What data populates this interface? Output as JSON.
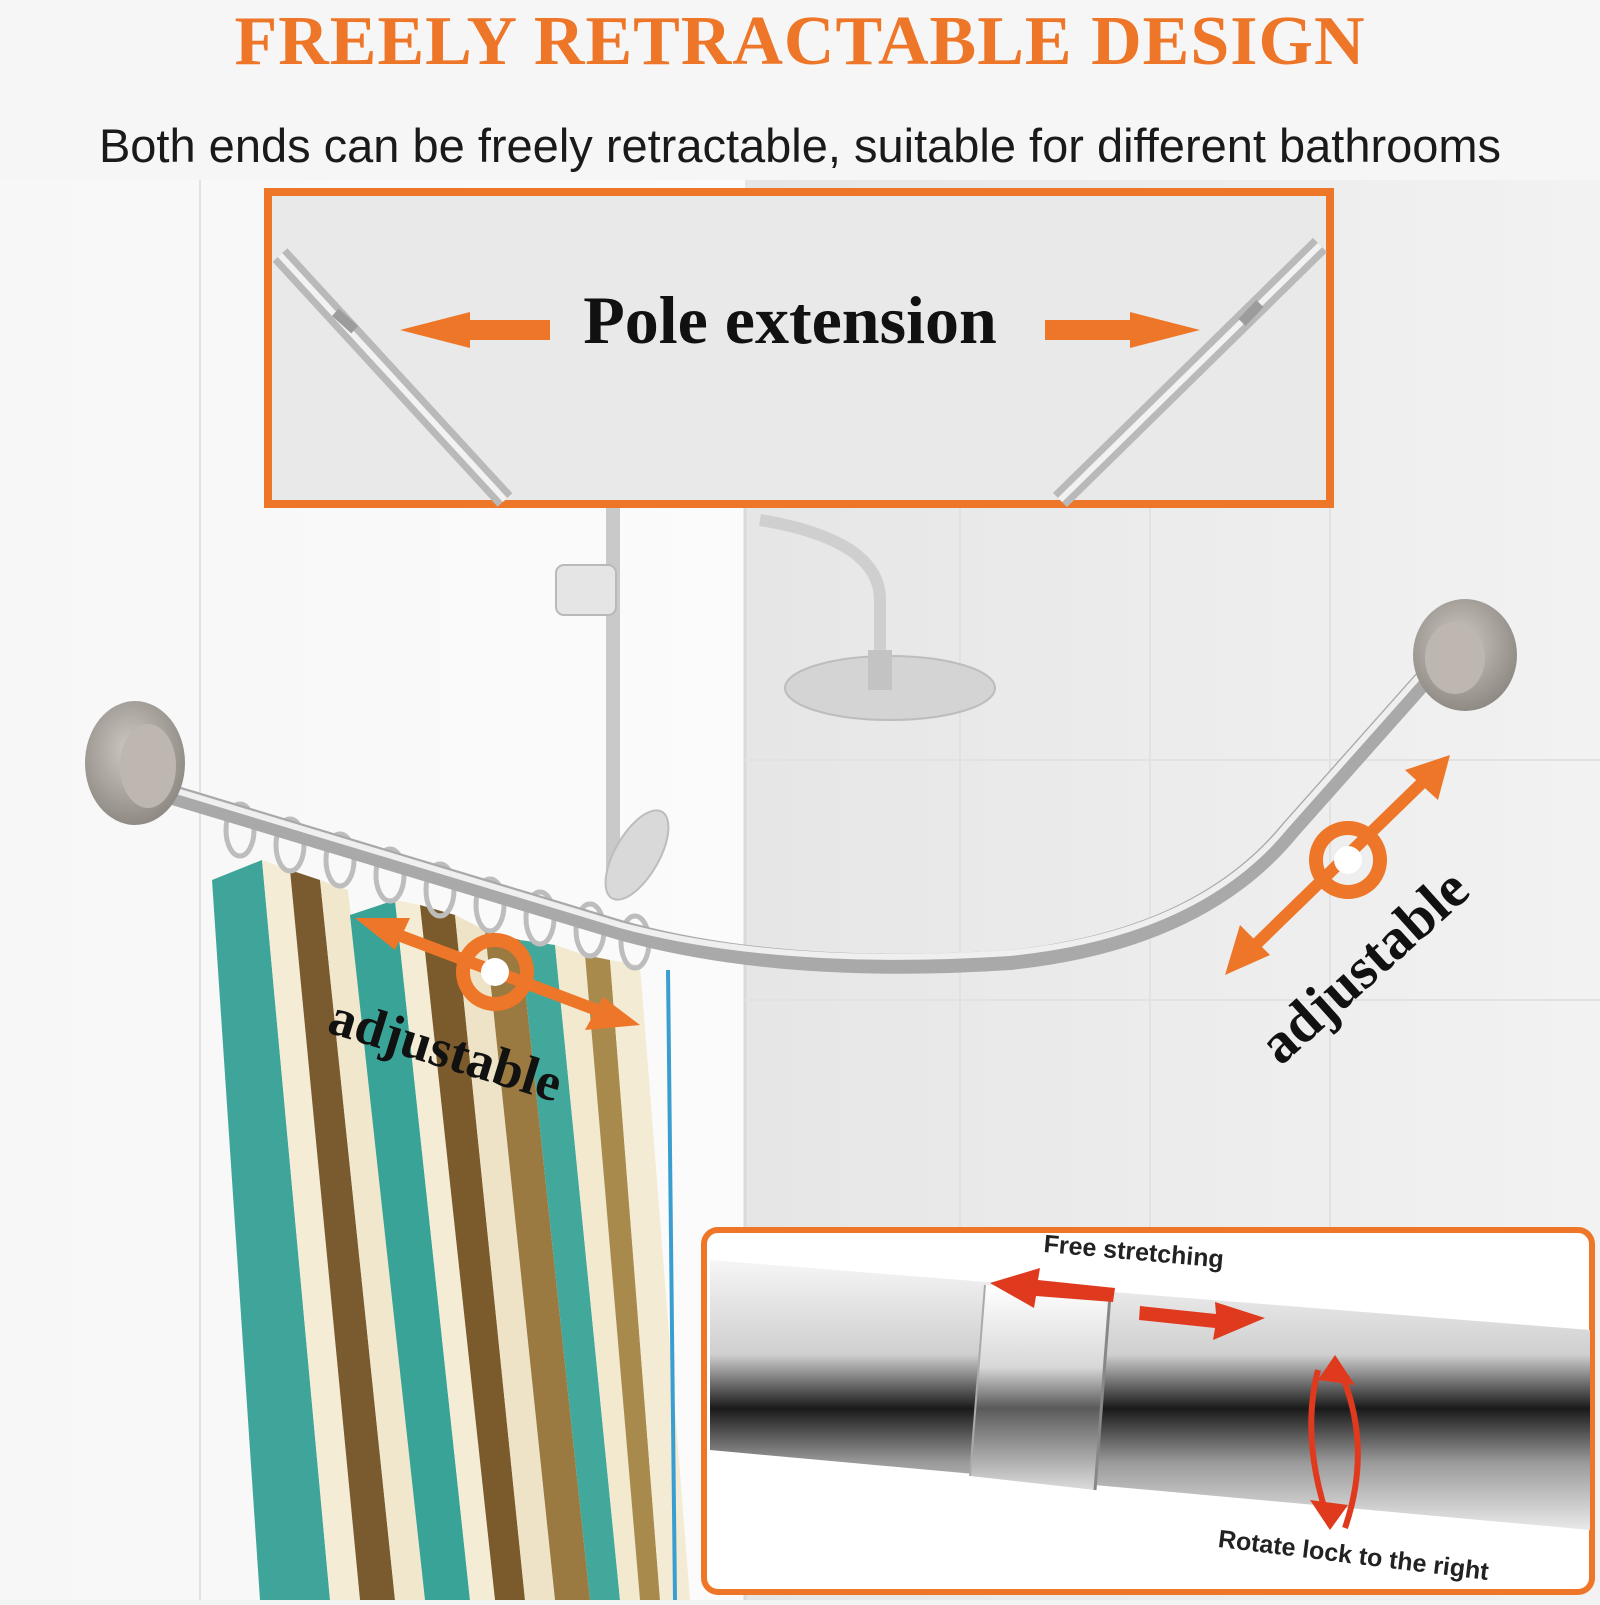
{
  "header": {
    "title": "FREELY RETRACTABLE DESIGN",
    "subtitle": "Both ends can be freely retractable, suitable for different bathrooms"
  },
  "callouts": {
    "pole_extension": "Pole extension",
    "adjustable_left": "adjustable",
    "adjustable_right": "adjustable",
    "free_stretching": "Free stretching",
    "rotate_lock": "Rotate lock to the right"
  },
  "colors": {
    "accent_orange": "#ee7628",
    "arrow_red": "#e03a1e",
    "background": "#f3f3f3"
  },
  "icons": [
    "double-arrow-icon",
    "rotate-lock-icon",
    "rotate-arrow-icon"
  ]
}
